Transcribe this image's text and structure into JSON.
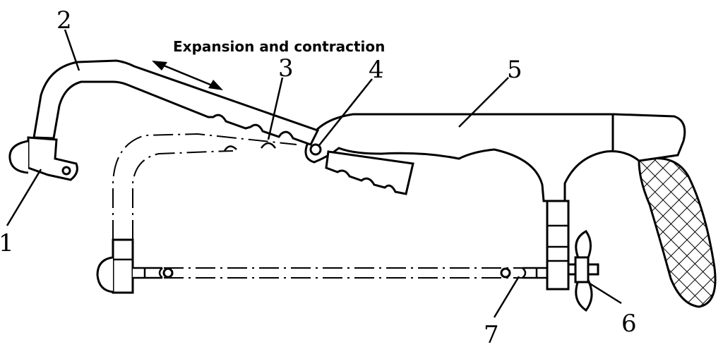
{
  "caption": "Expansion and contraction",
  "labels": {
    "l1": "1",
    "l2": "2",
    "l3": "3",
    "l4": "4",
    "l5": "5",
    "l6": "6",
    "l7": "7"
  }
}
